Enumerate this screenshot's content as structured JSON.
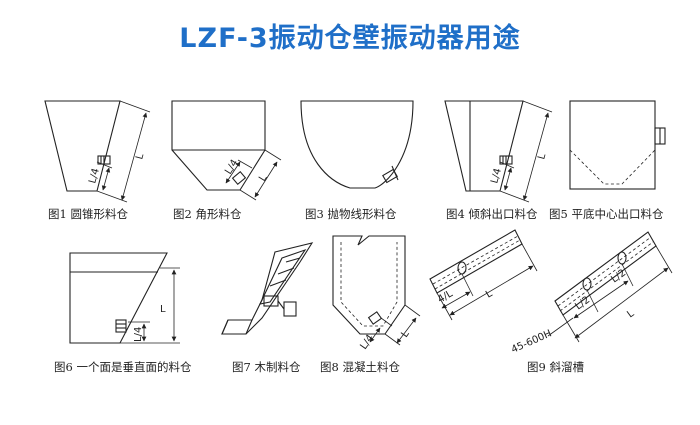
{
  "title": "LZF-3振动仓壁振动器用途",
  "colors": {
    "title": "#1f6fc8",
    "line": "#222222"
  },
  "figures": [
    {
      "caption": "图1  圆锥形料仓",
      "dims": [
        "L/4",
        "L"
      ]
    },
    {
      "caption": "图2  角形料仓",
      "dims": [
        "L/4",
        "L"
      ]
    },
    {
      "caption": "图3  抛物线形料仓",
      "dims": []
    },
    {
      "caption": "图4  倾斜出口料仓",
      "dims": [
        "L/4",
        "L"
      ]
    },
    {
      "caption": "图5  平底中心出口料仓",
      "dims": []
    },
    {
      "caption": "图6  一个面是垂直面的料仓",
      "dims": [
        "L/4",
        "L"
      ]
    },
    {
      "caption": "图7  木制料仓",
      "dims": []
    },
    {
      "caption": "图8  混凝土料仓",
      "dims": [
        "L/4",
        "L"
      ]
    },
    {
      "caption": "图9  斜溜槽",
      "dims": [
        "4/L",
        "L",
        "L/2",
        "L/2",
        "L",
        "45-600H"
      ]
    }
  ]
}
